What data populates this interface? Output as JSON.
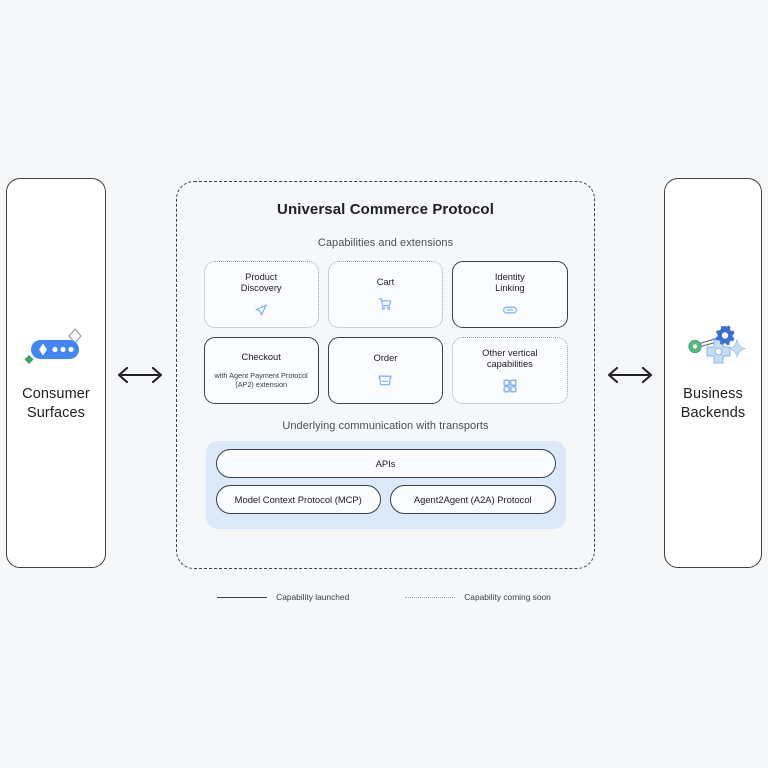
{
  "colors": {
    "background": "#f6f7f9",
    "stroke": "#3c4043",
    "muted_stroke": "#9aa0a6",
    "accent_blue": "#4285f4",
    "icon_blue": "#8ab4f8",
    "transport_bg": "#dbe9f8",
    "green": "#34a853",
    "gear_blue": "#3b6fd4",
    "soft_blue": "#c5dcf7"
  },
  "left_panel": {
    "label": "Consumer\nSurfaces",
    "label_line1": "Consumer",
    "label_line2": "Surfaces",
    "icon": "consumer-surfaces-icon"
  },
  "right_panel": {
    "label_line1": "Business",
    "label_line2": "Backends",
    "icon": "business-backends-icon"
  },
  "arrows": {
    "left": "bidirectional-arrow",
    "right": "bidirectional-arrow"
  },
  "ucp": {
    "title": "Universal Commerce Protocol",
    "capabilities_caption": "Capabilities and extensions",
    "transports_caption": "Underlying communication with transports",
    "capabilities": [
      {
        "title_line1": "Product",
        "title_line2": "Discovery",
        "subtitle": "",
        "status": "soon",
        "icon": "navigation-arrow-icon"
      },
      {
        "title_line1": "Cart",
        "title_line2": "",
        "subtitle": "",
        "status": "soon",
        "icon": "shopping-cart-icon"
      },
      {
        "title_line1": "Identity",
        "title_line2": "Linking",
        "subtitle": "",
        "status": "launched",
        "icon": "link-icon"
      },
      {
        "title_line1": "Checkout",
        "title_line2": "",
        "subtitle": "with Agent Payment Protocol (AP2) extension",
        "status": "launched",
        "icon": ""
      },
      {
        "title_line1": "Order",
        "title_line2": "",
        "subtitle": "",
        "status": "launched",
        "icon": "basket-icon"
      },
      {
        "title_line1": "Other vertical",
        "title_line2": "capabilities",
        "subtitle": "",
        "status": "soon",
        "icon": "grid-icon"
      }
    ],
    "transports": {
      "apis": "APIs",
      "protocols": [
        "Model Context Protocol (MCP)",
        "Agent2Agent (A2A) Protocol"
      ]
    }
  },
  "legend": [
    {
      "style": "solid",
      "label": "Capability launched"
    },
    {
      "style": "dotted",
      "label": "Capability coming soon"
    }
  ]
}
